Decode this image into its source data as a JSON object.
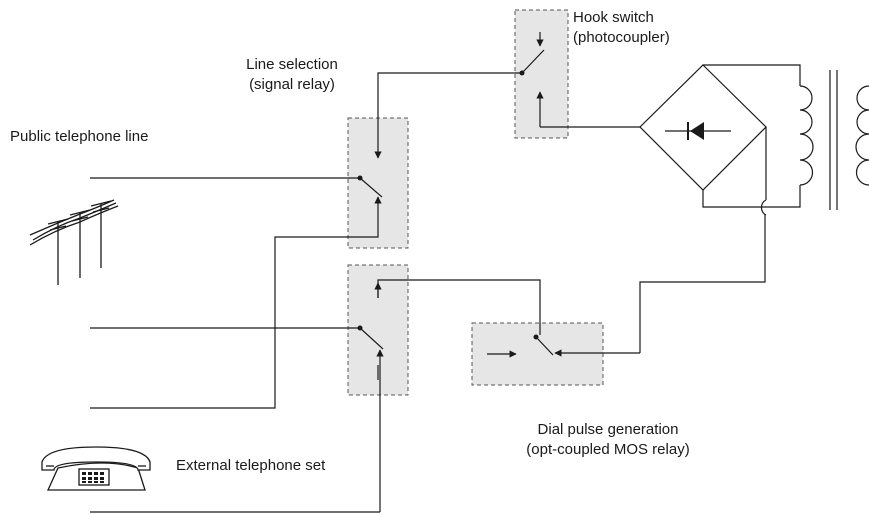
{
  "labels": {
    "hook_switch": [
      "Hook switch",
      "(photocoupler)"
    ],
    "line_selection": [
      "Line selection",
      "(signal relay)"
    ],
    "public_line": "Public telephone line",
    "dial_pulse": [
      "Dial pulse generation",
      "(opt-coupled MOS relay)"
    ],
    "external_set": "External telephone set"
  },
  "colors": {
    "wire": "#1a1a1a",
    "relay_fill": "#e6e6e6",
    "relay_border": "#555555"
  }
}
